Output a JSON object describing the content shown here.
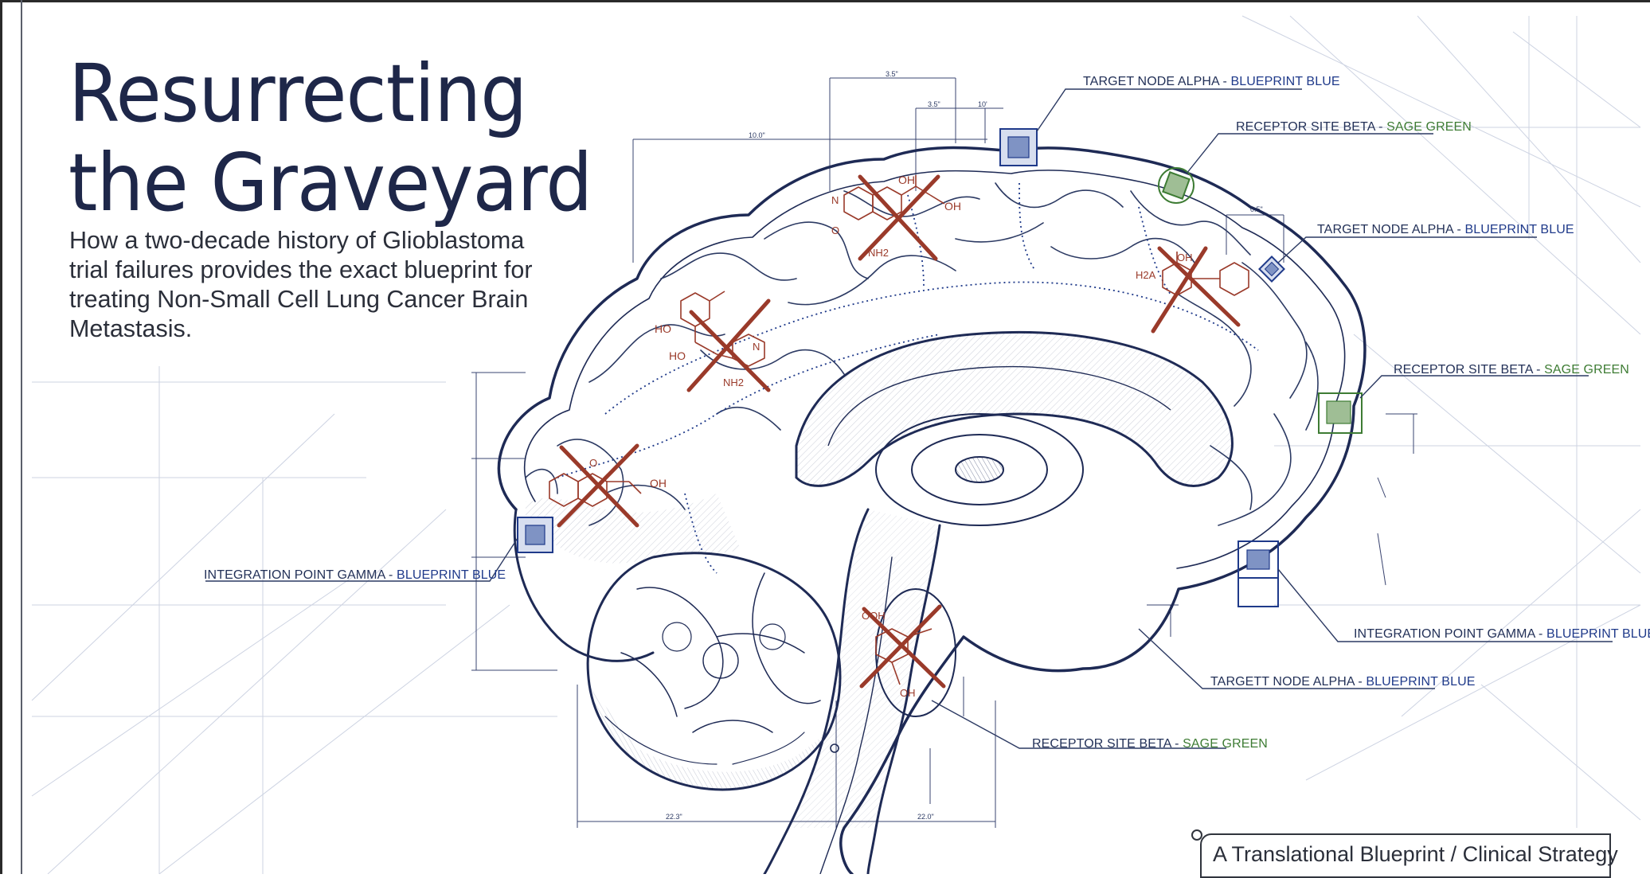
{
  "title": {
    "line1": "Resurrecting",
    "line2": "the Graveyard"
  },
  "subtitle": "How a two-decade history of Glioblastoma trial failures provides the exact blueprint for treating Non-Small Cell Lung Cancer Brain Metastasis.",
  "footer": "A Translational Blueprint / Clinical Strategy",
  "colors": {
    "ink": "#1e2749",
    "line": "#2c3a63",
    "blueprint_blue": "#1f3a8a",
    "sage_green": "#3e7c34",
    "cross_red": "#9a3a2a",
    "grid": "#c9cfde"
  },
  "callouts": [
    {
      "id": "c1",
      "prefix": "TARGET NODE ALPHA",
      "suffix": "BLUEPRINT BLUE",
      "tone": "blue"
    },
    {
      "id": "c2",
      "prefix": "RECEPTOR SITE BETA",
      "suffix": "SAGE GREEN",
      "tone": "green"
    },
    {
      "id": "c3",
      "prefix": "TARGET NODE ALPHA",
      "suffix": "BLUEPRINT BLUE",
      "tone": "blue"
    },
    {
      "id": "c4",
      "prefix": "RECEPTOR SITE BETA",
      "suffix": "SAGE GREEN",
      "tone": "green"
    },
    {
      "id": "c5",
      "prefix": "INTEGRATION POINT GAMMA",
      "suffix": "BLUEPRINT BLUE",
      "tone": "blue"
    },
    {
      "id": "c6",
      "prefix": "INTEGRATION POINT GAMMA",
      "suffix": "BLUEPRINT BLUE",
      "tone": "blue"
    },
    {
      "id": "c7",
      "prefix": "TARGETT NODE ALPHA",
      "suffix": "BLUEPRINT BLUE",
      "tone": "blue"
    },
    {
      "id": "c8",
      "prefix": "RECEPTOR SITE BETA",
      "suffix": "SAGE GREEN",
      "tone": "green"
    }
  ],
  "dimensions": [
    "3.5\"",
    "3.5\"",
    "10'",
    "10.0\"",
    "0.5\"",
    "22.3\"",
    "22.0\""
  ],
  "molecule_labels": [
    "OH",
    "OH",
    "N",
    "O",
    "NH2",
    "HO",
    "HO",
    "NH2",
    "N",
    "OH",
    "O",
    "H2A",
    "OH",
    "OOH",
    "OH"
  ]
}
